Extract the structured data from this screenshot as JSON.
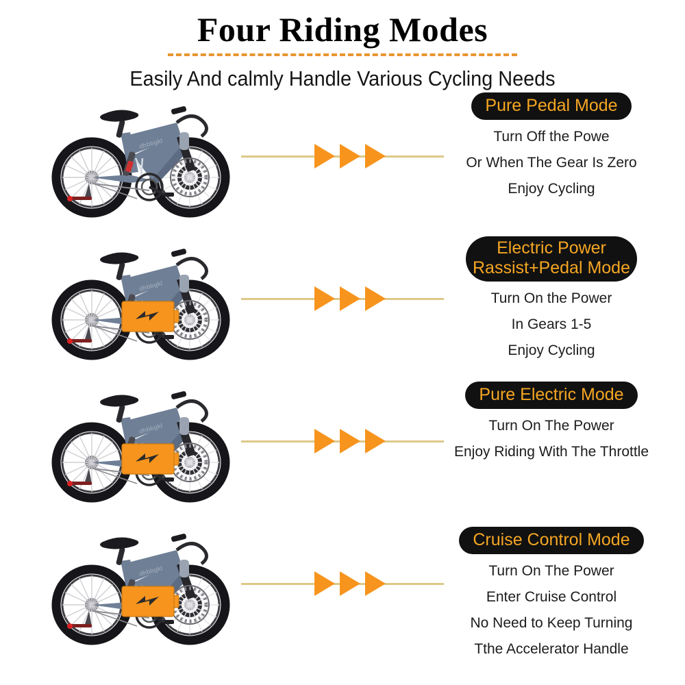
{
  "header": {
    "title": "Four Riding Modes",
    "subtitle": "Easily And calmly Handle Various Cycling Needs"
  },
  "colors": {
    "accent_orange": "#f7941e",
    "badge_text_orange": "#f5a623",
    "badge_bg": "#111111",
    "connector_line": "#ddc887",
    "dashed_rule": "#e8952f",
    "bike_frame": "#6f7f96",
    "background": "#ffffff"
  },
  "modes": [
    {
      "badge": {
        "line1": "Pure Pedal Mode",
        "line2": ""
      },
      "has_battery": false,
      "lines": [
        "Turn Off the Powe",
        "Or When The Gear Is Zero",
        "Enjoy Cycling"
      ]
    },
    {
      "badge": {
        "line1": "Electric Power",
        "line2": "Rassist+Pedal Mode"
      },
      "has_battery": true,
      "lines": [
        "Turn On the Power",
        "In Gears 1-5",
        "Enjoy Cycling"
      ]
    },
    {
      "badge": {
        "line1": "Pure Electric Mode",
        "line2": ""
      },
      "has_battery": true,
      "lines": [
        "Turn On The Power",
        "Enjoy Riding With The Throttle"
      ]
    },
    {
      "badge": {
        "line1": "Cruise Control Mode",
        "line2": ""
      },
      "has_battery": true,
      "lines": [
        "Turn On The Power",
        "Enter Cruise Control",
        "No Need to Keep Turning",
        "Tthe Accelerator Handle"
      ]
    }
  ],
  "icons": {
    "arrow_triangle": "triangle-right-icon",
    "battery": "battery-pack-icon",
    "battery_logo": "lightning-bolt-logo-icon",
    "bike": "ebike-icon"
  }
}
